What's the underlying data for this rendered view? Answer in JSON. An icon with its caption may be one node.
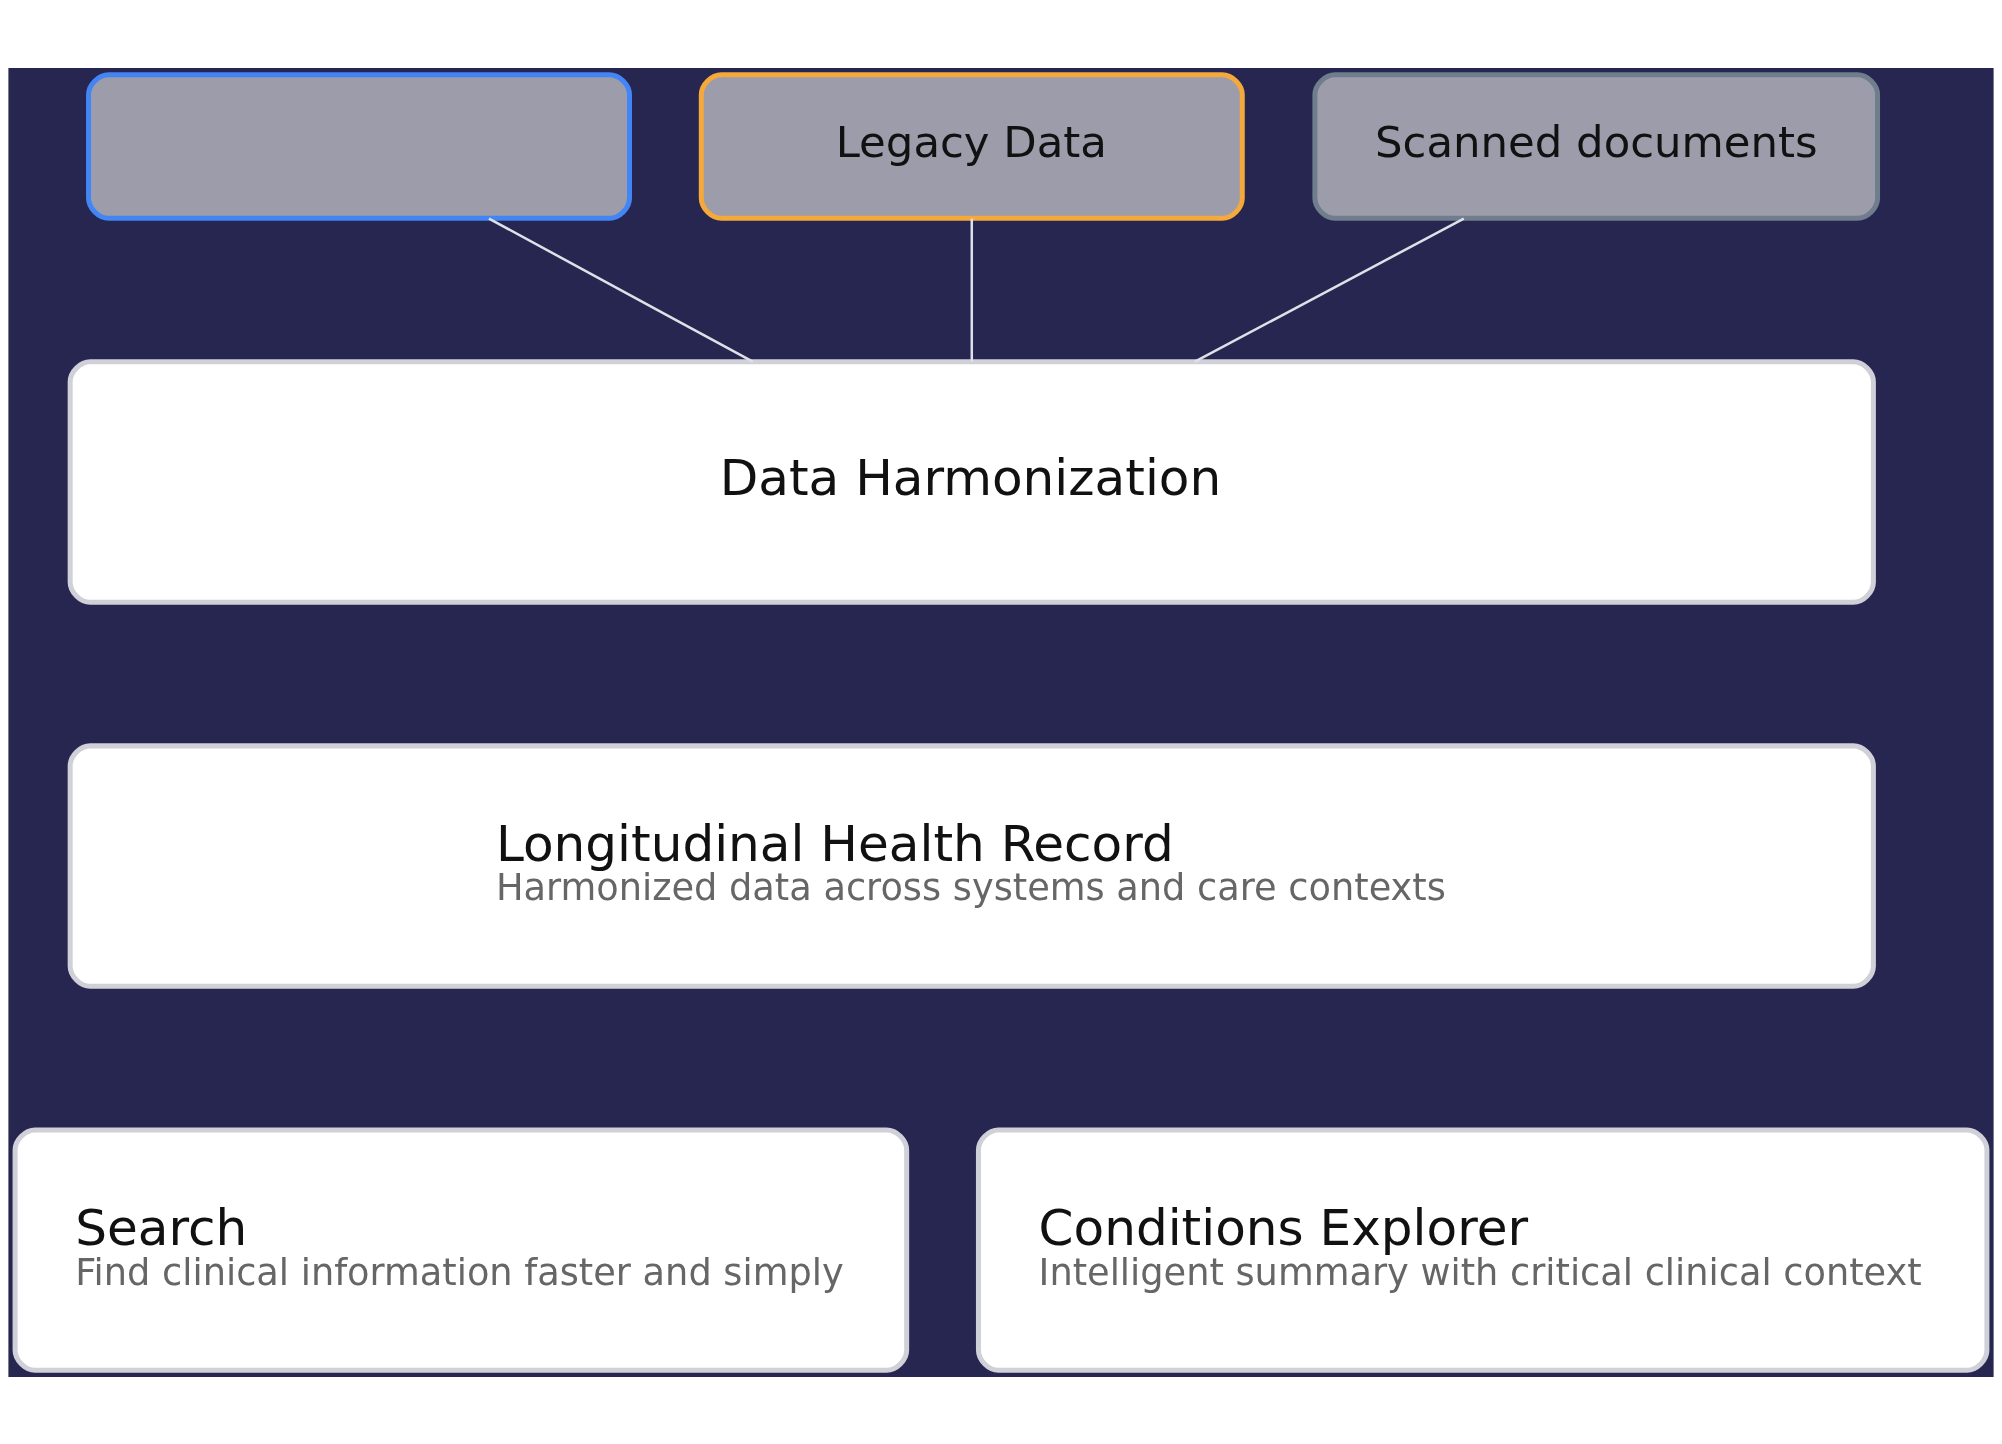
{
  "diagram": {
    "nodes": [
      {
        "text": [],
        "shape": "box"
      },
      {
        "text": [
          "Legacy Data"
        ]
      },
      {
        "text": [
          "Scanned documents"
        ]
      },
      {
        "text": [
          "Data Harmonization"
        ]
      },
      {
        "text": [
          "Longitudinal Health Record",
          "Harmonized data across systems and care contexts"
        ]
      },
      {
        "text": [
          "Search",
          "Find clinical information faster and simply"
        ]
      },
      {
        "text": [
          "Conditions Explorer",
          "Intelligent summary with critical clinical context"
        ]
      }
    ],
    "edges": [
      {
        "from": 0,
        "to": 3,
        "arrow": "none"
      },
      {
        "from": 1,
        "to": 3,
        "arrow": "none"
      },
      {
        "from": 2,
        "to": 3,
        "arrow": "none"
      }
    ]
  }
}
